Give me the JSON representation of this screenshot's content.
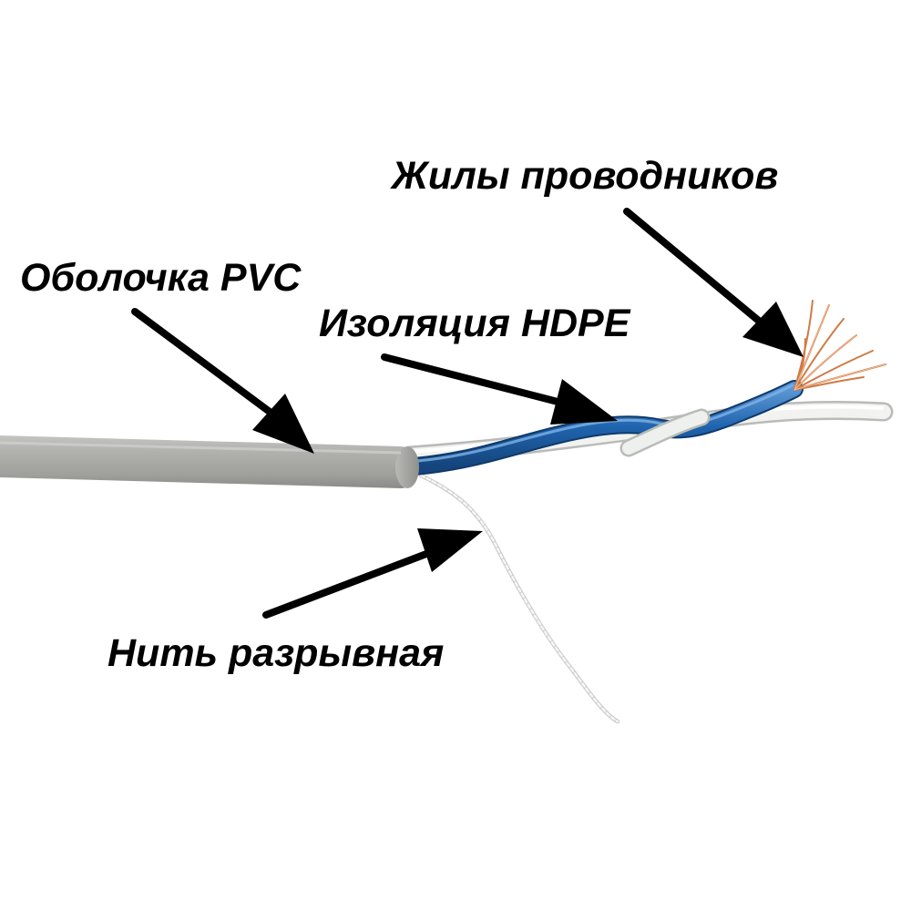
{
  "labels": {
    "conductors": "Жилы проводников",
    "sheath": "Оболочка PVC",
    "insulation": "Изоляция HDPE",
    "ripcord": "Нить разрывная"
  },
  "colors": {
    "background": "#ffffff",
    "text": "#000000",
    "arrow": "#000000",
    "sheath": "#a9aaa6",
    "blue_wire": "#1e5fa8",
    "white_wire": "#eef0ee",
    "copper": "#d07a45"
  }
}
